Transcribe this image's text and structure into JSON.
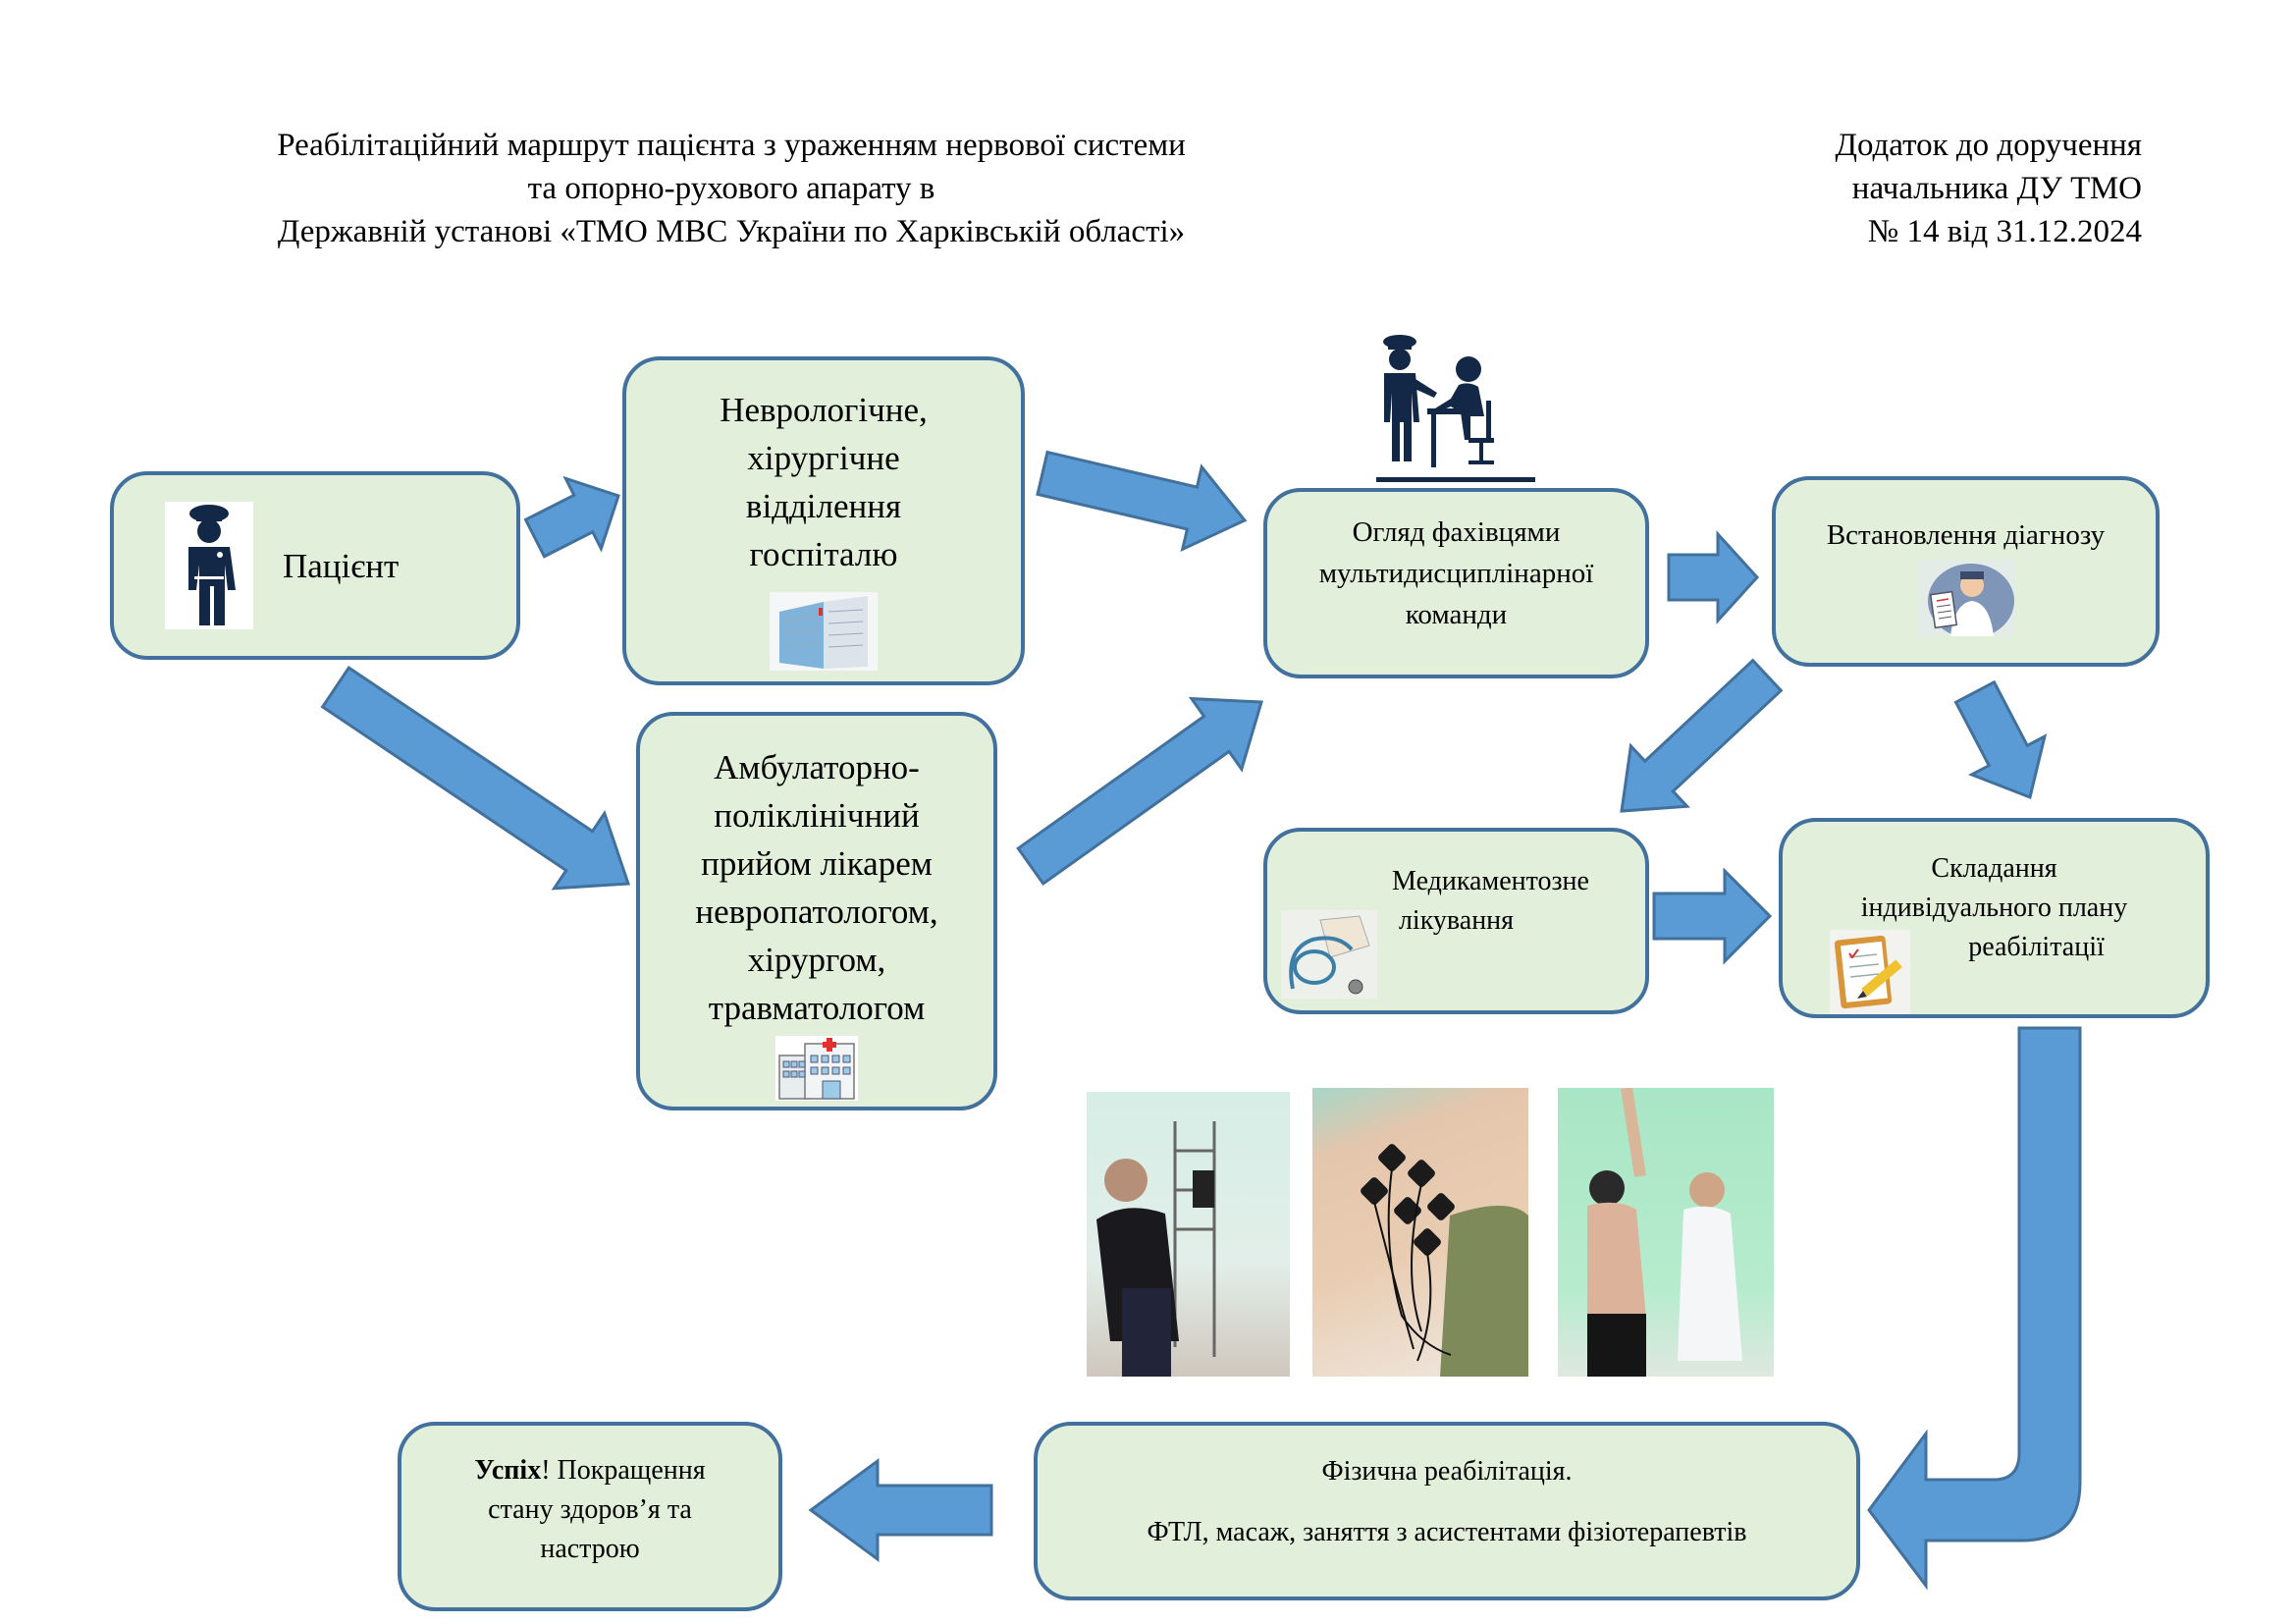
{
  "header": {
    "title_lines": [
      "Реабілітаційний маршрут пацієнта з ураженням нервової системи",
      "та опорно-рухового апарату в",
      "Державній установі «ТМО МВС України по Харківській області»"
    ],
    "annex_lines": [
      "Додаток до доручення",
      "начальника ДУ ТМО",
      "№ 14 від 31.12.2024"
    ]
  },
  "nodes": {
    "patient": {
      "label": "Пацієнт",
      "icon": "police-officer-icon"
    },
    "hospital": {
      "lines": [
        "Неврологічне,",
        "хірургічне",
        "відділення",
        "госпіталю"
      ],
      "icon": "hospital-building-icon"
    },
    "ambulatory": {
      "lines": [
        "Амбулаторно-",
        "поліклінічний",
        "прийом лікарем",
        "невропатологом,",
        "хірургом,",
        "травматологом"
      ],
      "icon": "clinic-building-icon"
    },
    "examination": {
      "lines": [
        "Огляд фахівцями",
        "мультидисциплінарної",
        "команди"
      ],
      "icon": "officer-at-desk-icon"
    },
    "diagnosis": {
      "label": "Встановлення діагнозу",
      "icon": "doctor-clipboard-icon"
    },
    "medication": {
      "lines": [
        "Медикаментозне",
        "лікування"
      ],
      "icon": "stethoscope-icon"
    },
    "plan": {
      "lines": [
        "Складання",
        "індивідуального плану",
        "реабілітації"
      ],
      "icon": "clipboard-pencil-icon"
    },
    "physical": {
      "line1": "Фізична реабілітація.",
      "line2": "ФТЛ, масаж, заняття з асистентами фізіотерапевтів"
    },
    "success": {
      "bold": "Успіх",
      "rest_line1": "! Покращення",
      "line2": "стану здоров’я та",
      "line3": "настрою"
    }
  },
  "photos": [
    {
      "name": "photo-exercise-frame"
    },
    {
      "name": "photo-electrostimulation"
    },
    {
      "name": "photo-physio-assessment"
    }
  ],
  "colors": {
    "box_fill": "#e2efda",
    "box_border": "#41719c",
    "arrow_fill": "#5b9bd5",
    "arrow_stroke": "#41719c",
    "icon_navy": "#132846"
  }
}
